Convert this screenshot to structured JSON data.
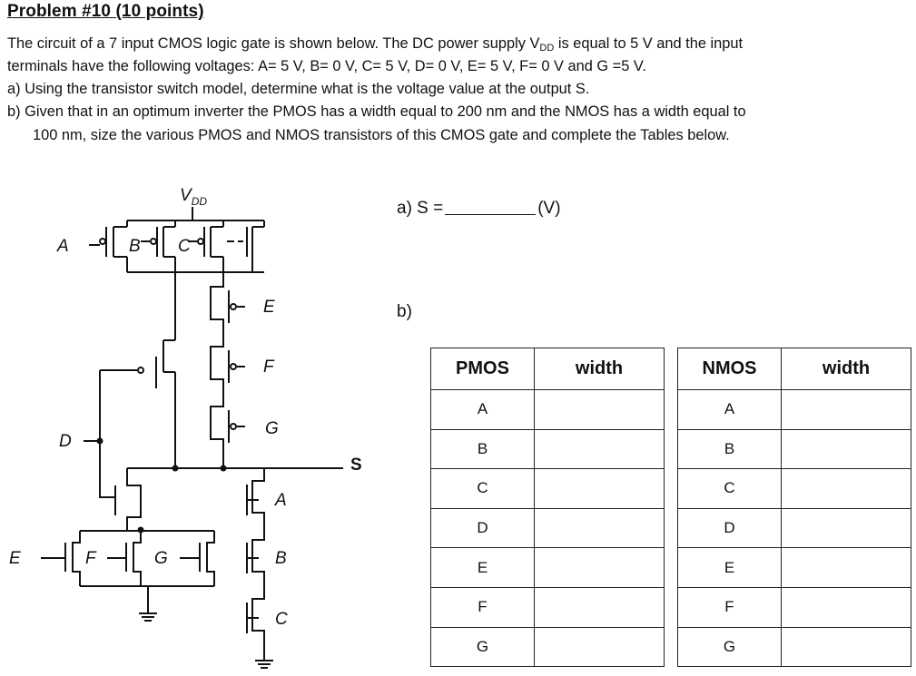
{
  "problem": {
    "title": "Problem #10 (10 points)",
    "line1_a": "The circuit of a 7 input CMOS logic gate is shown below.  The DC power supply V",
    "line1_sub": "DD",
    "line1_b": " is equal to 5 V and the input",
    "line2": "terminals have the following voltages:  A= 5 V,  B= 0 V,  C= 5 V,  D= 0 V, E= 5 V, F= 0 V and G =5 V.",
    "line3": "a)  Using the transistor switch model, determine what is the voltage value at the output S.",
    "line4": "b)  Given that in an optimum inverter the PMOS has a width equal to 200 nm and the NMOS has a width equal to",
    "line5": "100 nm, size the various PMOS and NMOS transistors of this CMOS gate and complete the Tables below."
  },
  "circuit": {
    "vdd_main": "V",
    "vdd_sub": "DD",
    "labels": {
      "A": "A",
      "B": "B",
      "C": "C",
      "D": "D",
      "E": "E",
      "F": "F",
      "G": "G",
      "S": "S"
    }
  },
  "answers": {
    "a_prefix": "a)  S =",
    "a_suffix": "(V)",
    "b_label": "b)"
  },
  "pmos_table": {
    "headers": [
      "PMOS",
      "width"
    ],
    "rows": [
      "A",
      "B",
      "C",
      "D",
      "E",
      "F",
      "G"
    ]
  },
  "nmos_table": {
    "headers": [
      "NMOS",
      "width"
    ],
    "rows": [
      "A",
      "B",
      "C",
      "D",
      "E",
      "F",
      "G"
    ]
  }
}
